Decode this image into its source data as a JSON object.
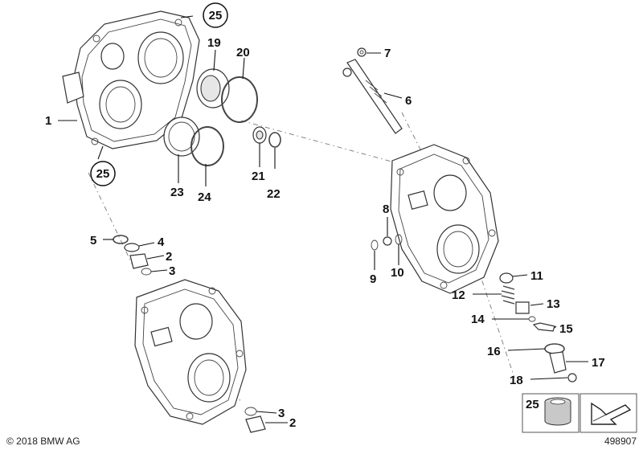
{
  "callouts": {
    "c1": "1",
    "c2a": "2",
    "c2b": "2",
    "c3a": "3",
    "c3b": "3",
    "c4": "4",
    "c5": "5",
    "c6": "6",
    "c7": "7",
    "c8": "8",
    "c9": "9",
    "c10": "10",
    "c11": "11",
    "c12": "12",
    "c13": "13",
    "c14": "14",
    "c15": "15",
    "c16": "16",
    "c17": "17",
    "c18": "18",
    "c19": "19",
    "c20": "20",
    "c21": "21",
    "c22": "22",
    "c23": "23",
    "c24": "24",
    "c25a": "25",
    "c25b": "25",
    "c25legend": "25"
  },
  "footer": {
    "copyright": "© 2018 BMW AG",
    "diagram_number": "498907"
  }
}
